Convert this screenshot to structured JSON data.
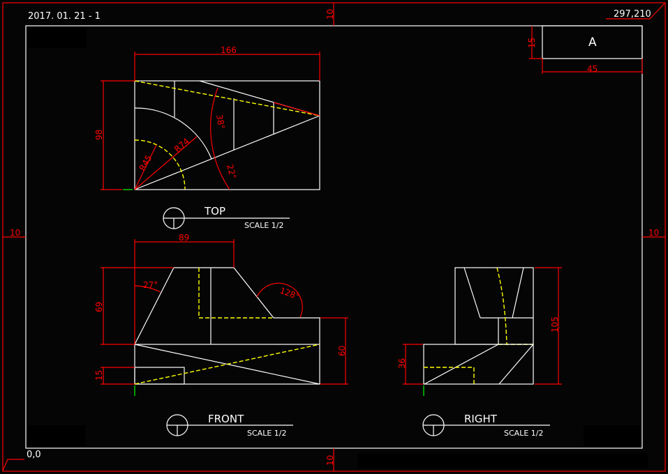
{
  "colors": {
    "background": "#050505",
    "geometry": "#ffffff",
    "dimension": "#ff0000",
    "hidden": "#ffff00",
    "origin_axis": "#00ff00"
  },
  "sheet": {
    "date_label": "2017. 01. 21 - 1",
    "size_label": "297,210",
    "origin_label": "0,0",
    "margin_top": "10",
    "margin_bottom": "10",
    "margin_left": "10",
    "margin_right": "10"
  },
  "title_block": {
    "letter": "A",
    "height_dim": "15",
    "width_dim": "45"
  },
  "views": {
    "top": {
      "title": "TOP",
      "scale": "SCALE 1/2",
      "dims": {
        "width": "166",
        "height": "98",
        "r45": "R45",
        "r74": "R74",
        "angle1": "38°",
        "angle2": "22°"
      }
    },
    "front": {
      "title": "FRONT",
      "scale": "SCALE 1/2",
      "dims": {
        "top_width": "89",
        "height_upper": "69",
        "angle_left": "27°",
        "angle_right": "128°",
        "height_right": "60",
        "slot": "15"
      }
    },
    "right": {
      "title": "RIGHT",
      "scale": "SCALE 1/2",
      "dims": {
        "total_height": "105",
        "base_height": "36"
      }
    }
  }
}
